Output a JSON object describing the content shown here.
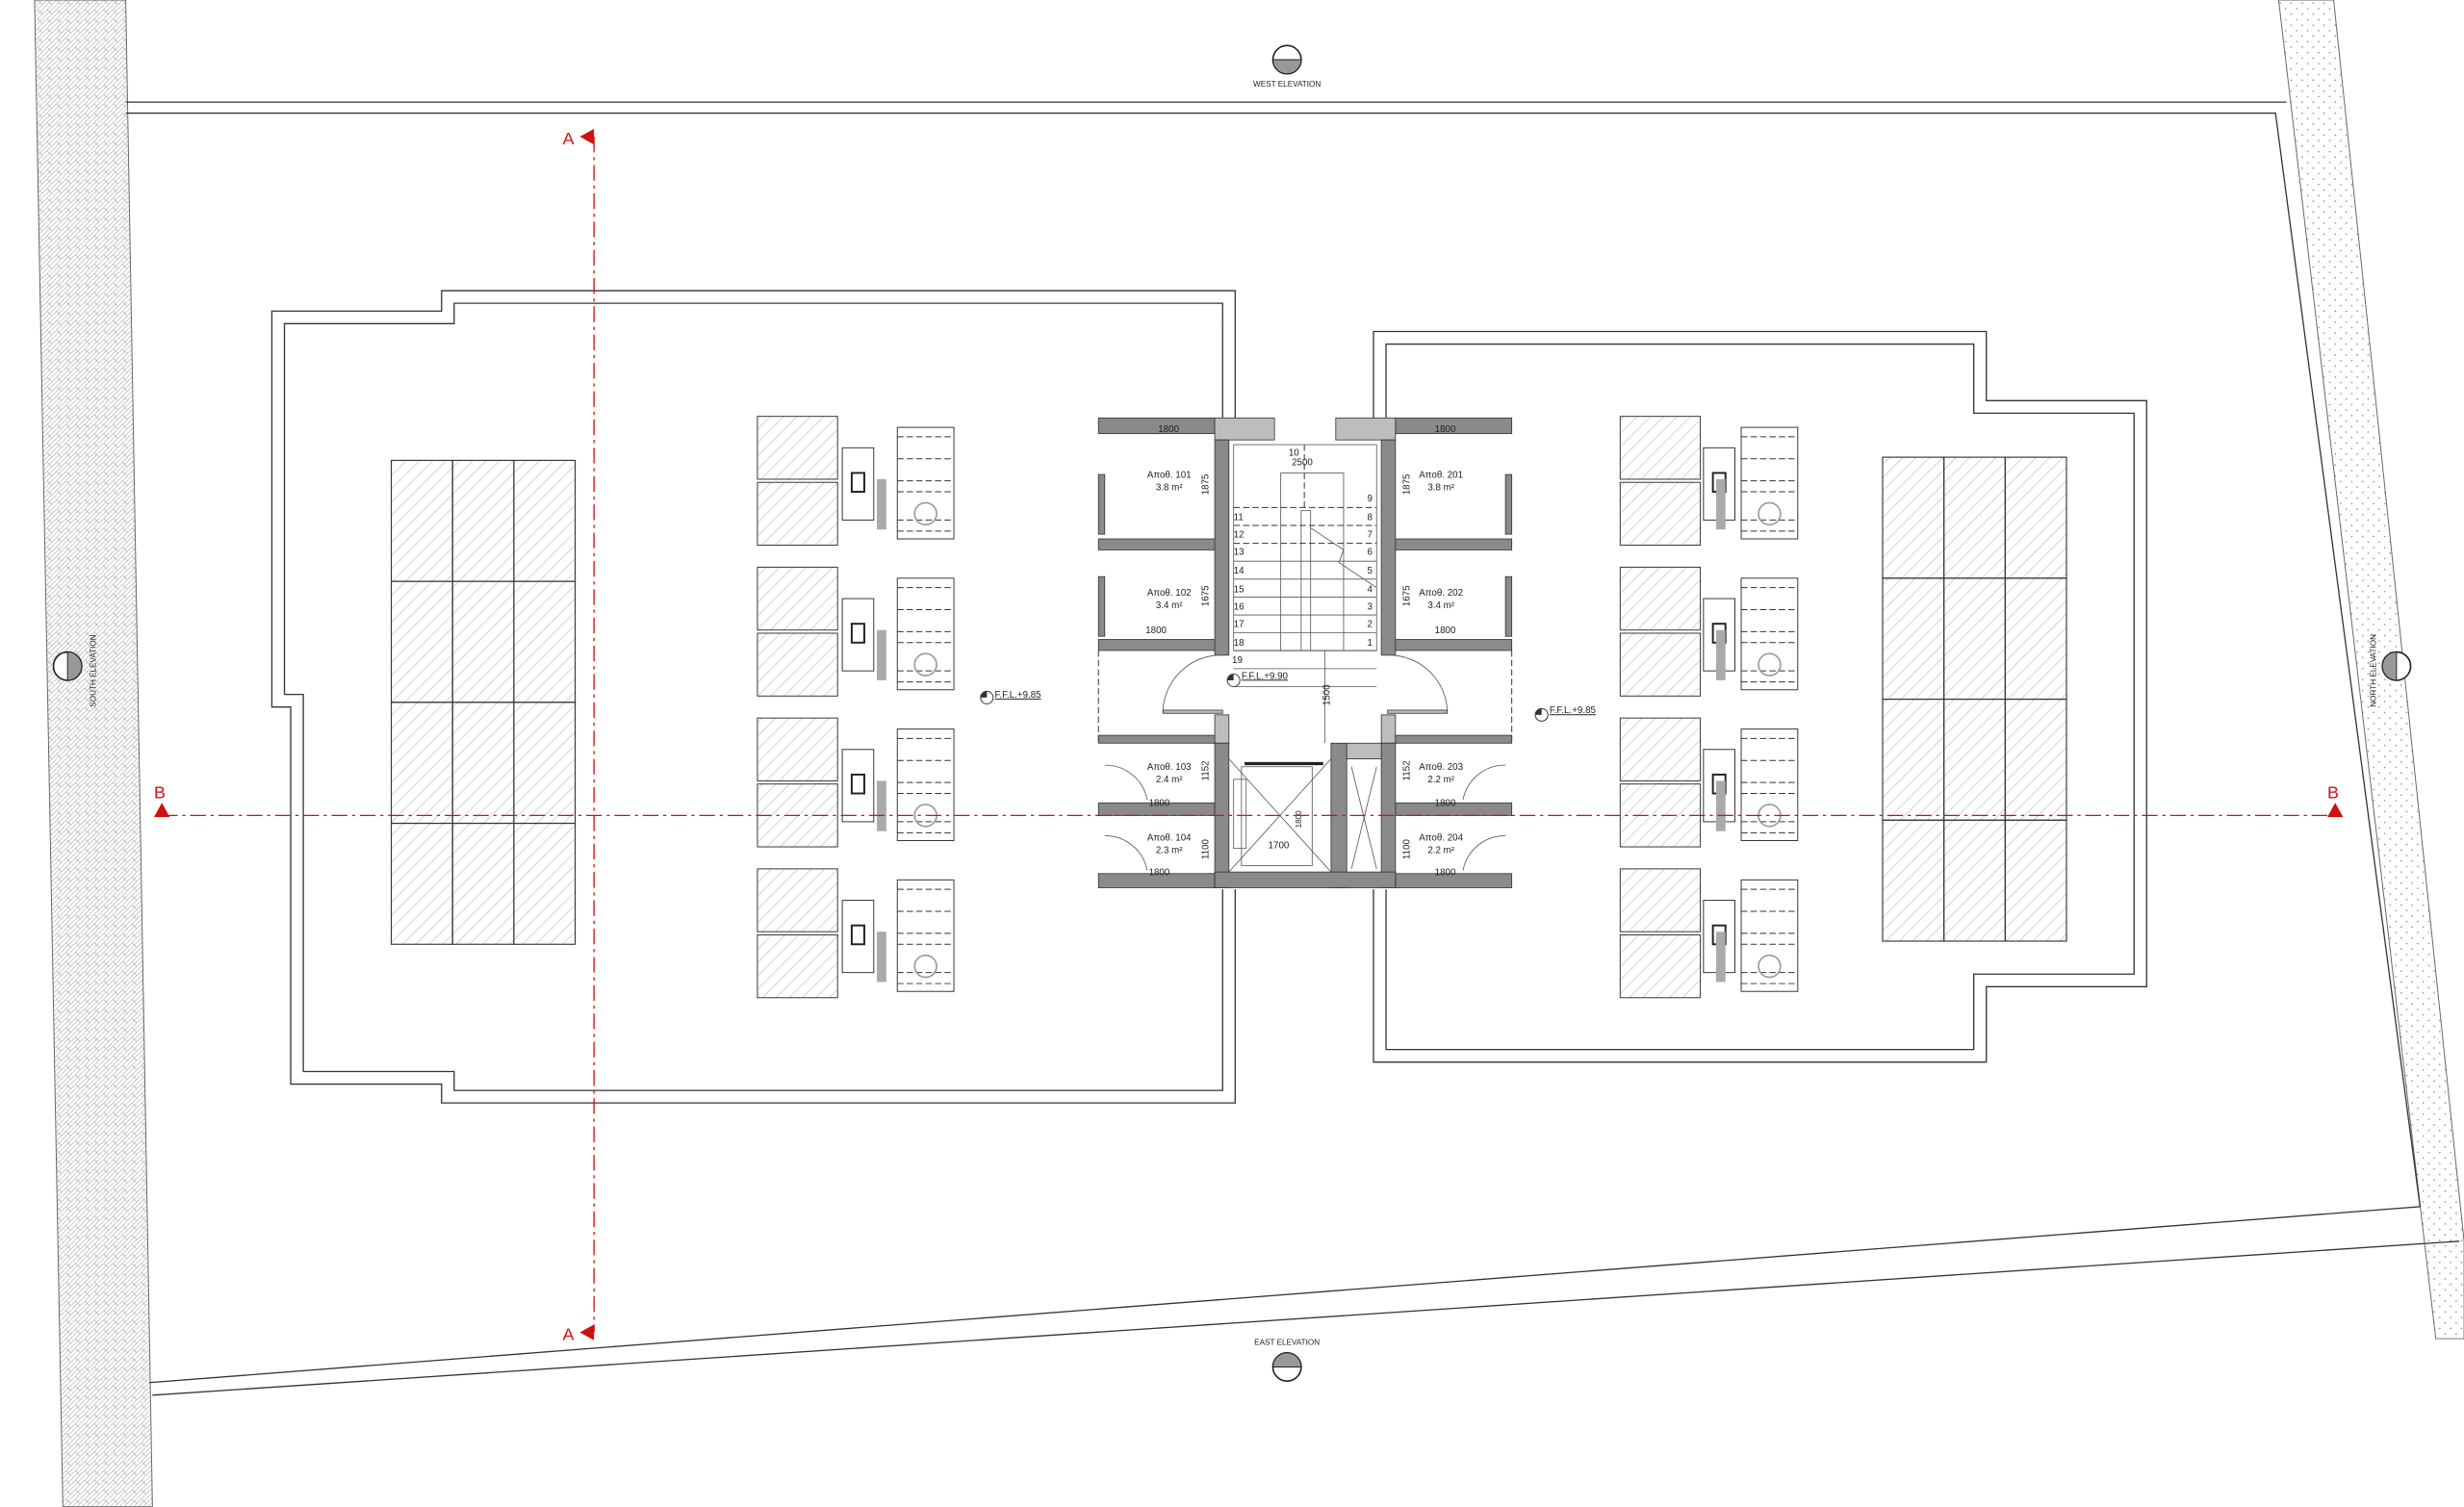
{
  "elevations": {
    "west": "WEST ELEVATION",
    "east": "EAST ELEVATION",
    "south": "SOUTH ELEVATION",
    "north": "NORTH ELEVATION"
  },
  "sections": {
    "a": "A",
    "b": "B"
  },
  "levels": {
    "left_roof": "F.F.L.+9.85",
    "core": "F.F.L.+9.90",
    "right_roof": "F.F.L.+9.85"
  },
  "rooms": [
    {
      "name": "Αποθ. 101",
      "area": "3.8 m²"
    },
    {
      "name": "Αποθ. 102",
      "area": "3.4 m²"
    },
    {
      "name": "Αποθ. 103",
      "area": "2.4 m²"
    },
    {
      "name": "Αποθ. 104",
      "area": "2.3 m²"
    },
    {
      "name": "Αποθ. 201",
      "area": "3.8 m²"
    },
    {
      "name": "Αποθ. 202",
      "area": "3.4 m²"
    },
    {
      "name": "Αποθ. 203",
      "area": "2.2 m²"
    },
    {
      "name": "Αποθ. 204",
      "area": "2.2 m²"
    }
  ],
  "dimensions": {
    "room_width": "1800",
    "room_101_depth": "1875",
    "room_102_depth": "1675",
    "room_103_depth": "1152",
    "room_104_depth": "1100",
    "stair_width": "2500",
    "landing": "1500",
    "lift_width": "1700",
    "lift_depth": "1800"
  },
  "stair_steps": {
    "up_flight": [
      "1",
      "2",
      "3",
      "4",
      "5",
      "6",
      "7",
      "8",
      "9"
    ],
    "landing": "10",
    "down_flight": [
      "11",
      "12",
      "13",
      "14",
      "15",
      "16",
      "17",
      "18"
    ],
    "top": "19"
  },
  "colors": {
    "section_line": "#d01010",
    "wall": "#8a8a8a"
  }
}
